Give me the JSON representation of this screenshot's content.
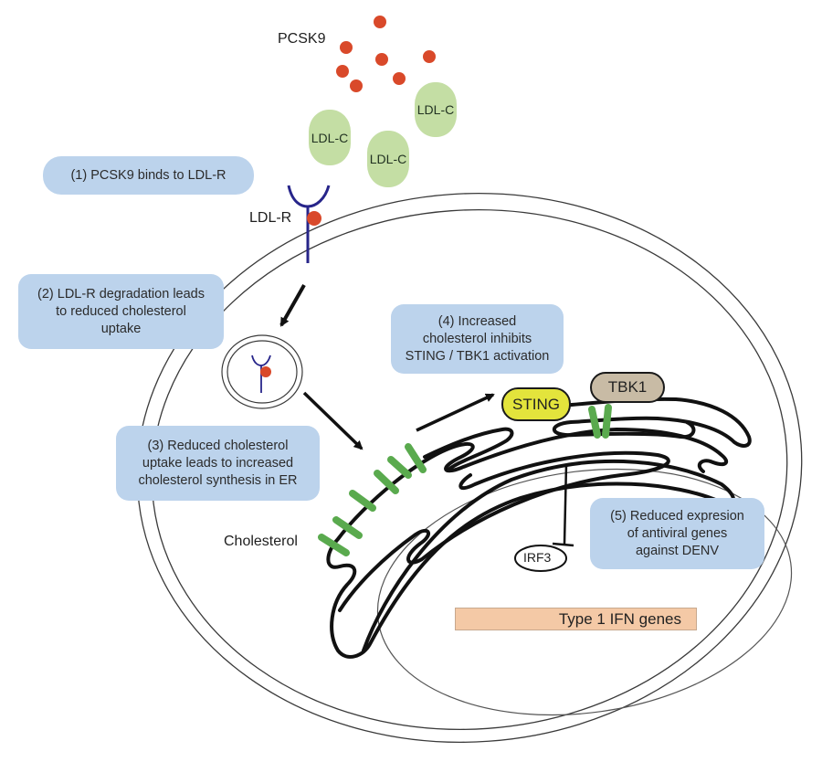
{
  "labels": {
    "pcsk9": "PCSK9",
    "ldl_r": "LDL-R",
    "ldl_c": [
      "LDL-C",
      "LDL-C",
      "LDL-C"
    ],
    "cholesterol": "Cholesterol",
    "sting": "STING",
    "tbk1": "TBK1",
    "irf3": "IRF3",
    "ifn_genes": "Type 1 IFN genes"
  },
  "steps": [
    {
      "lines": [
        "(1) PCSK9 binds to LDL-R"
      ]
    },
    {
      "lines": [
        "(2) LDL-R degradation leads",
        "to reduced cholesterol",
        "uptake"
      ]
    },
    {
      "lines": [
        "(3) Reduced cholesterol",
        "uptake leads to increased",
        "cholesterol synthesis in ER"
      ]
    },
    {
      "lines": [
        "(4) Increased",
        "cholesterol inhibits",
        "STING / TBK1 activation"
      ]
    },
    {
      "lines": [
        "(5) Reduced expresion",
        "of antiviral genes",
        "against DENV"
      ]
    }
  ],
  "colors": {
    "step_box": "#bcd3ec",
    "pcsk9": "#d9492a",
    "ldl_c": "#c4dea4",
    "receptor": "#27258a",
    "cholesterol": "#5aaa4e",
    "sting": "#e3e43c",
    "tbk1": "#c8bba5",
    "ifn_genes": "#f4c9a6"
  }
}
